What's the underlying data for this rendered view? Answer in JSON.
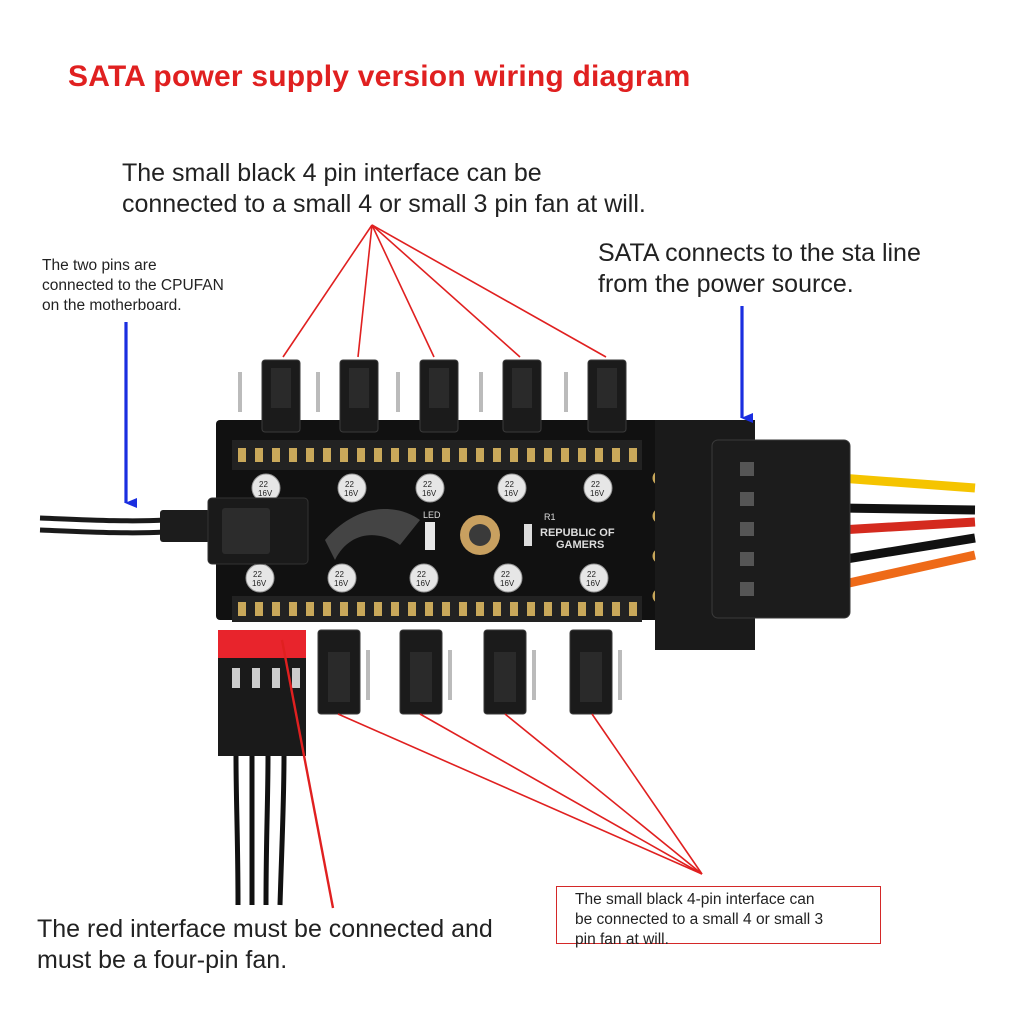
{
  "title": "SATA power supply version wiring diagram",
  "top_note": {
    "line1": "The small black 4 pin interface can be",
    "line2": "connected to a small 4 or small 3 pin fan at will."
  },
  "sata_note": {
    "line1": "SATA connects to the sta line",
    "line2": "from the power source."
  },
  "cpufan_note": {
    "line1": "The two pins are",
    "line2": "connected to the CPUFAN",
    "line3": "on the motherboard."
  },
  "red_note": {
    "line1": "The red interface must be connected and",
    "line2": "must be a four-pin fan."
  },
  "boxed_note": {
    "line1": "The small black 4-pin interface can",
    "line2": "be connected to a small 4 or small 3",
    "line3": "pin fan at will."
  },
  "board": {
    "brand_line1": "REPUBLIC OF",
    "brand_line2": "GAMERS",
    "led_label": "LED",
    "r1_label": "R1",
    "capacitor_value": "22",
    "capacitor_voltage": "16V"
  },
  "colors": {
    "title": "#e02020",
    "annotation_lines": "#e02020",
    "arrows": "#1a2ee0",
    "pcb": "#111111",
    "connector_red": "#e8242c"
  },
  "icons": [
    "down-arrow-icon"
  ]
}
